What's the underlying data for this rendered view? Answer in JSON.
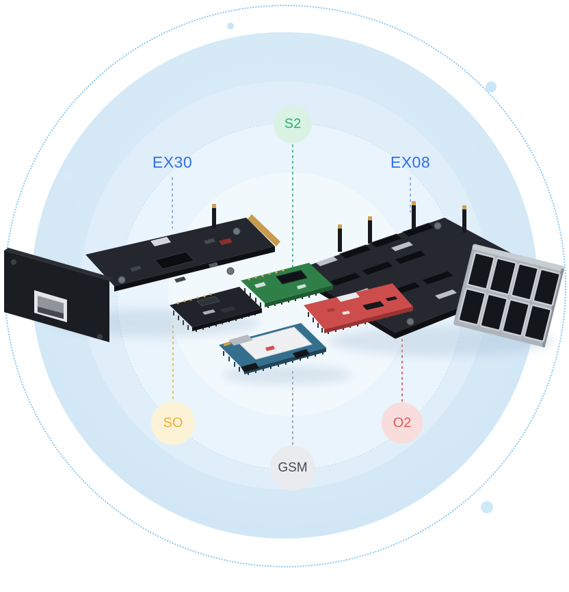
{
  "diagram": {
    "labels": {
      "ex30": {
        "text": "EX30",
        "color": "#2e6fe8"
      },
      "ex08": {
        "text": "EX08",
        "color": "#2e6fe8"
      },
      "s2": {
        "text": "S2",
        "color": "#2fae6e",
        "bg": "#daf2e4"
      },
      "so": {
        "text": "SO",
        "color": "#eead34",
        "bg": "#fcf3d7"
      },
      "o2": {
        "text": "O2",
        "color": "#e05b5b",
        "bg": "#f9dcdc"
      },
      "gsm": {
        "text": "GSM",
        "color": "#454b54",
        "bg": "#e9ebee"
      }
    },
    "connector_colors": {
      "blue": "#8fa9d6",
      "green": "#46b97c",
      "yellow": "#ecb94e",
      "red": "#e06060",
      "gray": "#9ba3ac"
    },
    "ring_color": "#85c6ef",
    "dot_colors": {
      "light": "#c9e6f7",
      "solid": "#49a0e8"
    }
  }
}
